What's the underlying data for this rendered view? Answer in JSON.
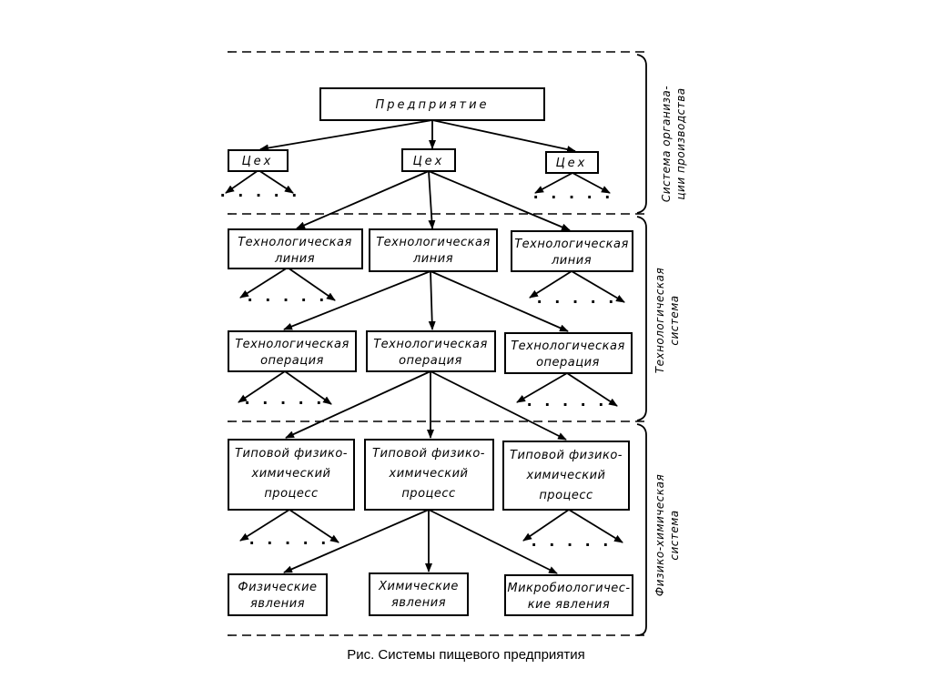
{
  "nodes": {
    "enterprise": "Предприятие",
    "workshop_left": "Цех",
    "workshop_center": "Цех",
    "workshop_right": "Цех",
    "line_left": [
      "Технологическая",
      "линия"
    ],
    "line_center": [
      "Технологическая",
      "линия"
    ],
    "line_right": [
      "Технологическая",
      "линия"
    ],
    "operation_left": [
      "Технологическая",
      "операция"
    ],
    "operation_center": [
      "Технологическая",
      "операция"
    ],
    "operation_right": [
      "Технологическая",
      "операция"
    ],
    "process_left": [
      "Типовой физико-",
      "химический",
      "процесс"
    ],
    "process_center": [
      "Типовой физико-",
      "химический",
      "процесс"
    ],
    "process_right": [
      "Типовой физико-",
      "химический",
      "процесс"
    ],
    "physical": [
      "Физические",
      "явления"
    ],
    "chemical": [
      "Химические",
      "явления"
    ],
    "microbio": [
      "Микробиологичес-",
      "кие явления"
    ]
  },
  "side_labels": {
    "organization": [
      "Система организа-",
      "ции производства"
    ],
    "technological": [
      "Технологическая",
      "система"
    ],
    "physchem": [
      "Физико-химическая",
      "система"
    ]
  },
  "ellipsis": ". . . . .",
  "caption": "Рис.  Системы пищевого предприятия"
}
